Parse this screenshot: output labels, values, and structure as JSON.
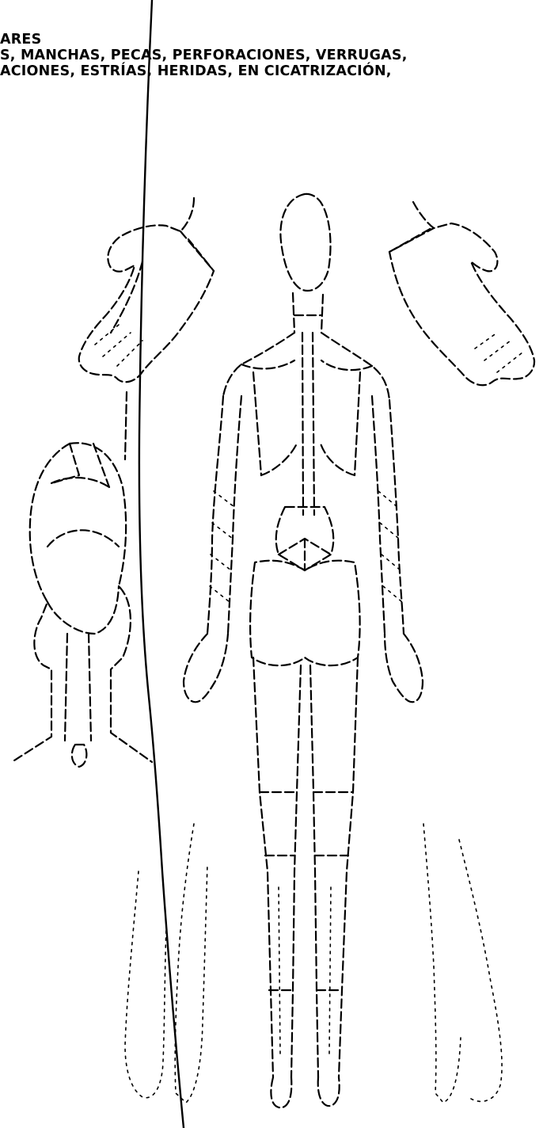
{
  "header": {
    "line1": "ARES",
    "line2": "S, MANCHAS, PECAS, PERFORACIONES, VERRUGAS,",
    "line3": "ACIONES, ESTRÍAS, HERIDAS, EN CICATRIZACIÓN,"
  }
}
